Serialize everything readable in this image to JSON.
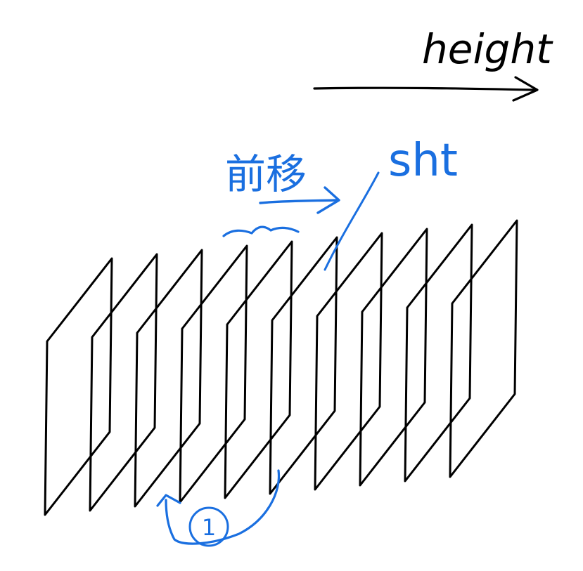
{
  "annotations": {
    "axis_label": "height",
    "shift_label_cn": "前移",
    "shift_abbrev": "sht",
    "step_marker": "1"
  },
  "diagram": {
    "plane_count": 10
  },
  "colors": {
    "ink": "#000000",
    "annotation": "#1a6fe0"
  }
}
